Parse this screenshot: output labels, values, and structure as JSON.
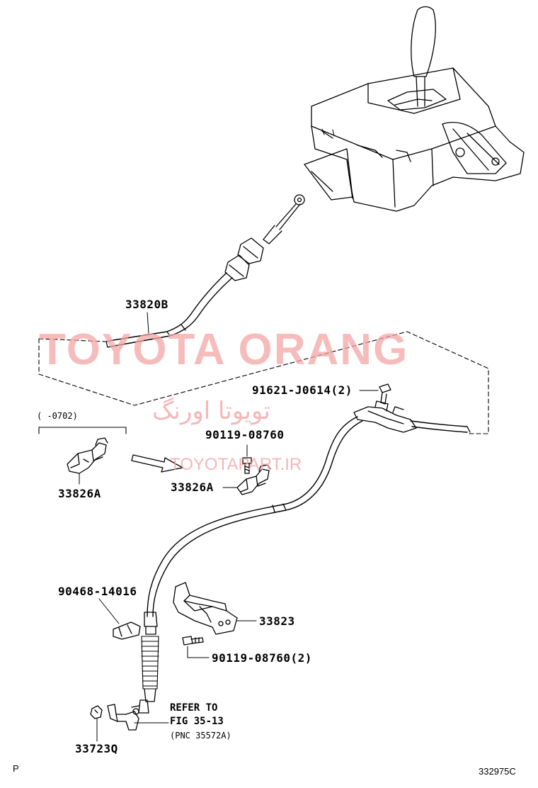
{
  "labels": {
    "cable_assy": "33820B",
    "bolt_top": "91621-J0614(2)",
    "bolt_mid": "90119-08760",
    "bracket_left": "33826A",
    "bracket_right": "33826A",
    "retainer": "90468-14016",
    "bracket_lower": "33823",
    "bolt_lower": "90119-08760(2)",
    "nut": "33723Q",
    "date_range": "(    -0702)"
  },
  "refer": {
    "line1": "REFER TO",
    "line2": "FIG 35-13",
    "line3": "(PNC 35572A)"
  },
  "footer": {
    "left_mark": "P",
    "figure_code": "332975C"
  },
  "watermark": {
    "brand": "TOYOTA ORANG",
    "brand_fa": "تویوتا اورنگ",
    "site": "TOYOTAPART.IR"
  }
}
